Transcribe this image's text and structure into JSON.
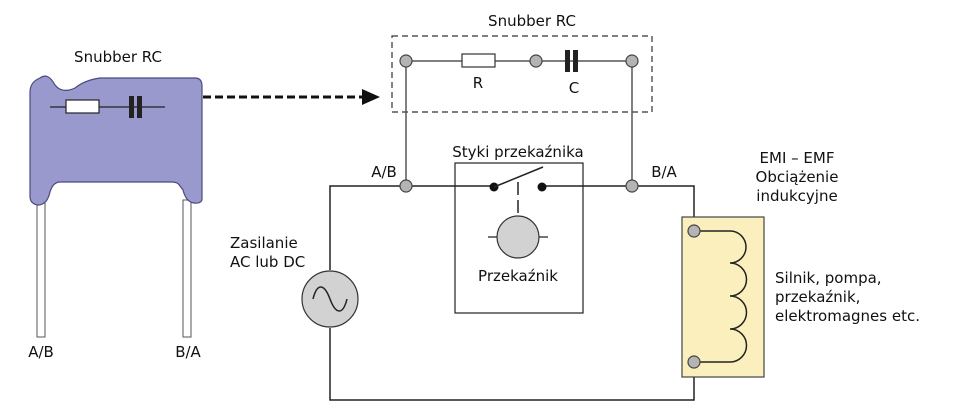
{
  "component": {
    "title": "Snubber RC",
    "lead_left": "A/B",
    "lead_right": "B/A",
    "body_color": "#9a99cd"
  },
  "snubber_schematic": {
    "title": "Snubber RC",
    "resistor_label": "R",
    "capacitor_label": "C"
  },
  "relay": {
    "contacts_label": "Styki przekaźnika",
    "coil_label": "Przekaźnik",
    "terminal_left": "A/B",
    "terminal_right": "B/A"
  },
  "source": {
    "label_line1": "Zasilanie",
    "label_line2": "AC lub DC"
  },
  "load": {
    "header_line1": "EMI – EMF",
    "header_line2": "Obciążenie",
    "header_line3": "indukcyjne",
    "desc_line1": "Silnik, pompa,",
    "desc_line2": "przekaźnik,",
    "desc_line3": "elektromagnes etc.",
    "box_color": "#fbf0bd"
  },
  "colors": {
    "node_fill": "#b4b4b4",
    "wire": "#222222"
  }
}
